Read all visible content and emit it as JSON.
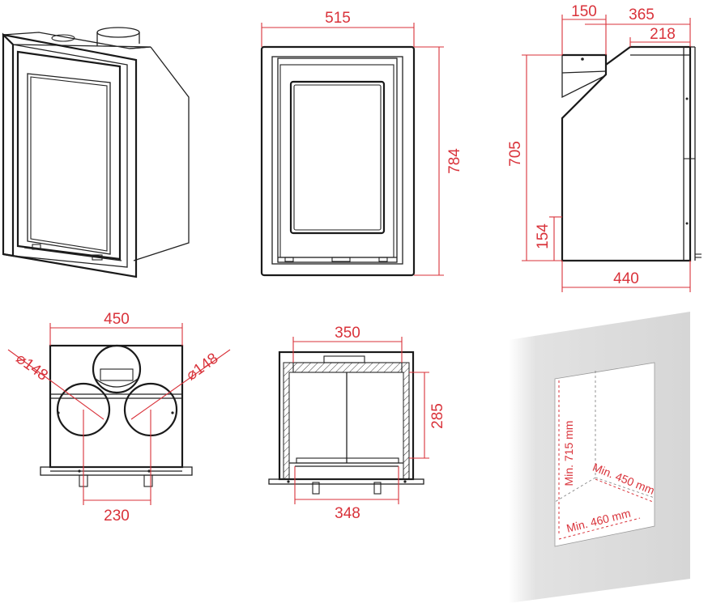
{
  "colors": {
    "dimension": "#d9323a",
    "line": "#222222",
    "wall": "#dcdcdc"
  },
  "front_view": {
    "width": "515",
    "height": "784"
  },
  "side_view": {
    "top_left": "150",
    "top_total": "365",
    "top_right": "218",
    "height": "705",
    "low": "154",
    "depth": "440"
  },
  "top_view": {
    "width": "450",
    "diameter_left": "⌀148",
    "diameter_right": "⌀148",
    "spacing": "230"
  },
  "section_view": {
    "inner_top": "350",
    "inner_bottom": "348",
    "height": "285"
  },
  "niche_view": {
    "min_height": "Min. 715 mm",
    "min_depth": "Min. 450 mm",
    "min_width": "Min. 460 mm"
  }
}
